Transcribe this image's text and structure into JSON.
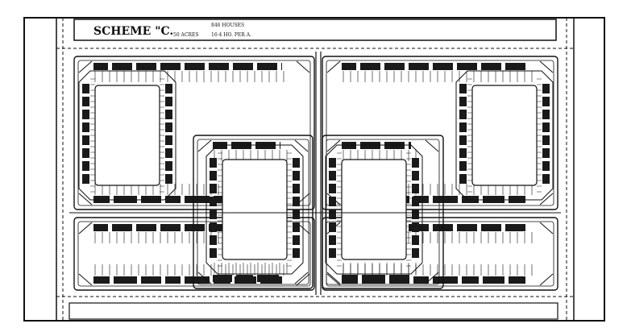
{
  "title": {
    "scheme": "SCHEME \"C.",
    "acres": "50 ACRES",
    "houses": "846 HOUSES",
    "density": "16·4 HO. PER A."
  },
  "colors": {
    "ink": "#111111",
    "paper": "#ffffff",
    "fill": "#1a1a1a"
  }
}
